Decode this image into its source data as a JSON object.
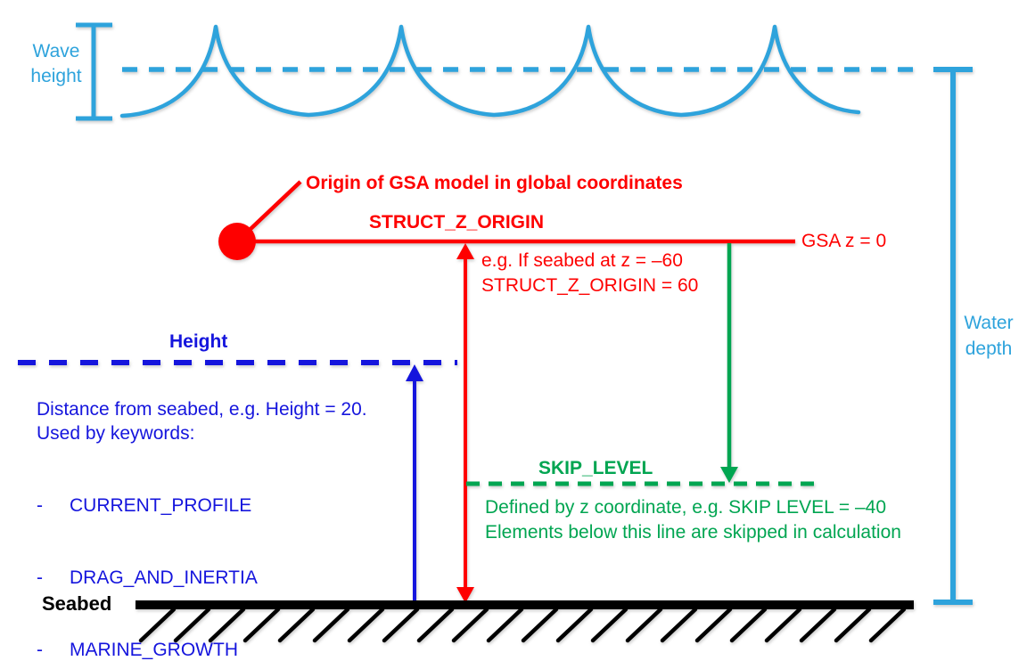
{
  "colors": {
    "cyan": "#2ea3dc",
    "red": "#fe0000",
    "blue": "#1515dd",
    "green": "#00a551",
    "ink": "#000000"
  },
  "wave": {
    "height_label": "Wave\nheight"
  },
  "water": {
    "depth_label": "Water\ndepth"
  },
  "origin": {
    "note": "Origin of GSA model in global coordinates",
    "keyword": "STRUCT_Z_ORIGIN",
    "gsa_level": "GSA z = 0",
    "example": "e.g. If seabed at z = –60\nSTRUCT_Z_ORIGIN = 60"
  },
  "skip": {
    "keyword": "SKIP_LEVEL",
    "note": "Defined by z coordinate, e.g. SKIP LEVEL = –40\nElements below this line are skipped in calculation"
  },
  "height": {
    "title": "Height",
    "description": "Distance from seabed, e.g. Height = 20.\nUsed by keywords:",
    "bullet": "-",
    "keywords": [
      "CURRENT_PROFILE",
      "DRAG_AND_INERTIA",
      "MARINE_GROWTH"
    ]
  },
  "seabed": {
    "label": "Seabed"
  }
}
